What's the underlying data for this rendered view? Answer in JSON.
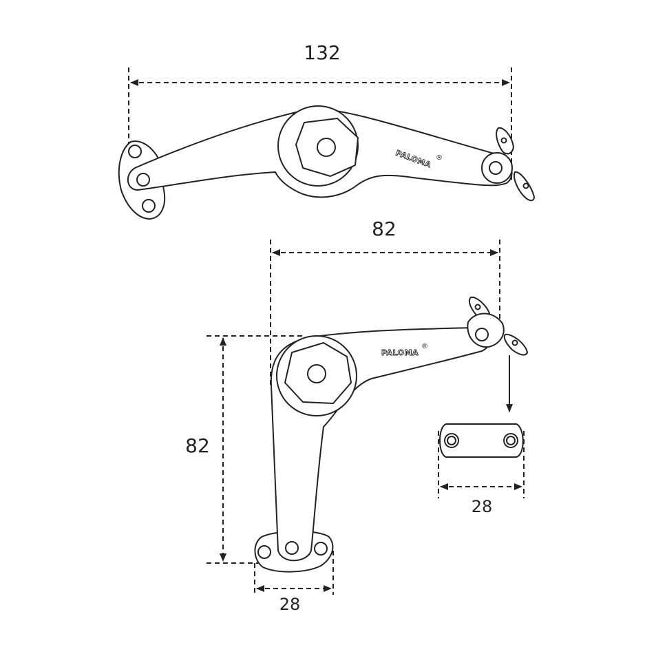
{
  "dimensions": {
    "top_width": "132",
    "bottom_width": "82",
    "bottom_height": "82",
    "base_width": "28",
    "plate_width": "28"
  },
  "brand": {
    "name": "PALOMA",
    "registered": "®"
  },
  "colors": {
    "line": "#222222",
    "background": "#ffffff"
  }
}
